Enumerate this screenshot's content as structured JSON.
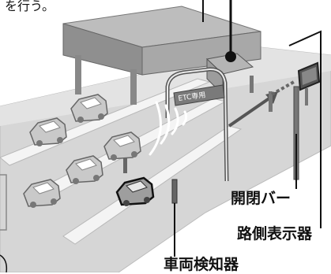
{
  "labels": {
    "top_fragment": "を行う。",
    "gate_sign": "ETC専用",
    "opening_bar": "開閉バー",
    "roadside_display": "路側表示器",
    "vehicle_detector": "車両検知器"
  },
  "colors": {
    "road": "#d6d6d6",
    "road_edge": "#ececec",
    "lane_divider": "#f4f4f4",
    "booth": "#9a9a9a",
    "car": "#c6c6c6",
    "outline": "#333333",
    "leader": "#111111"
  }
}
